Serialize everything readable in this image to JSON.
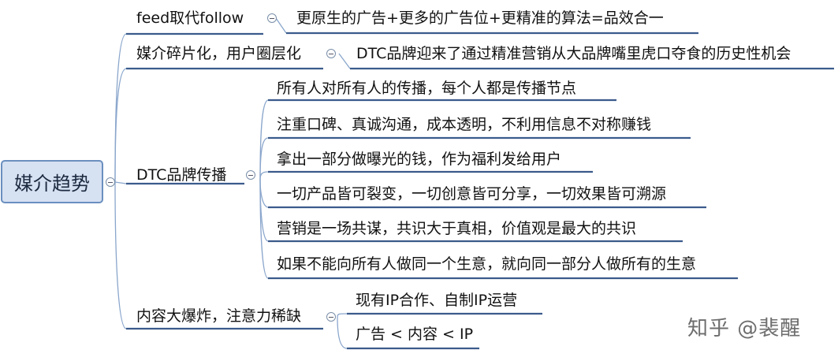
{
  "root": {
    "label": "媒介趋势"
  },
  "branches": [
    {
      "label": "feed取代follow",
      "children": [
        "更原生的广告+更多的广告位+更精准的算法=品效合一"
      ]
    },
    {
      "label": "媒介碎片化，用户圈层化",
      "children": [
        "DTC品牌迎来了通过精准营销从大品牌嘴里虎口夺食的历史性机会"
      ]
    },
    {
      "label": "DTC品牌传播",
      "children": [
        "所有人对所有人的传播，每个人都是传播节点",
        "注重口碑、真诚沟通，成本透明，不利用信息不对称赚钱",
        "拿出一部分做曝光的钱，作为福利发给用户",
        "一切产品皆可裂变，一切创意皆可分享，一切效果皆可溯源",
        "营销是一场共谋，共识大于真相，价值观是最大的共识",
        "如果不能向所有人做同一个生意，就向同一部分人做所有的生意"
      ]
    },
    {
      "label": "内容大爆炸，注意力稀缺",
      "children": [
        "现有IP合作、自制IP运营",
        "广告 < 内容 < IP"
      ]
    }
  ],
  "watermark": "知乎 @裴醒",
  "colors": {
    "line": "#6b8fbf",
    "root_fill": "#d6e1f2",
    "root_border": "#6b8fbf",
    "underline": "#3b5b8c"
  }
}
